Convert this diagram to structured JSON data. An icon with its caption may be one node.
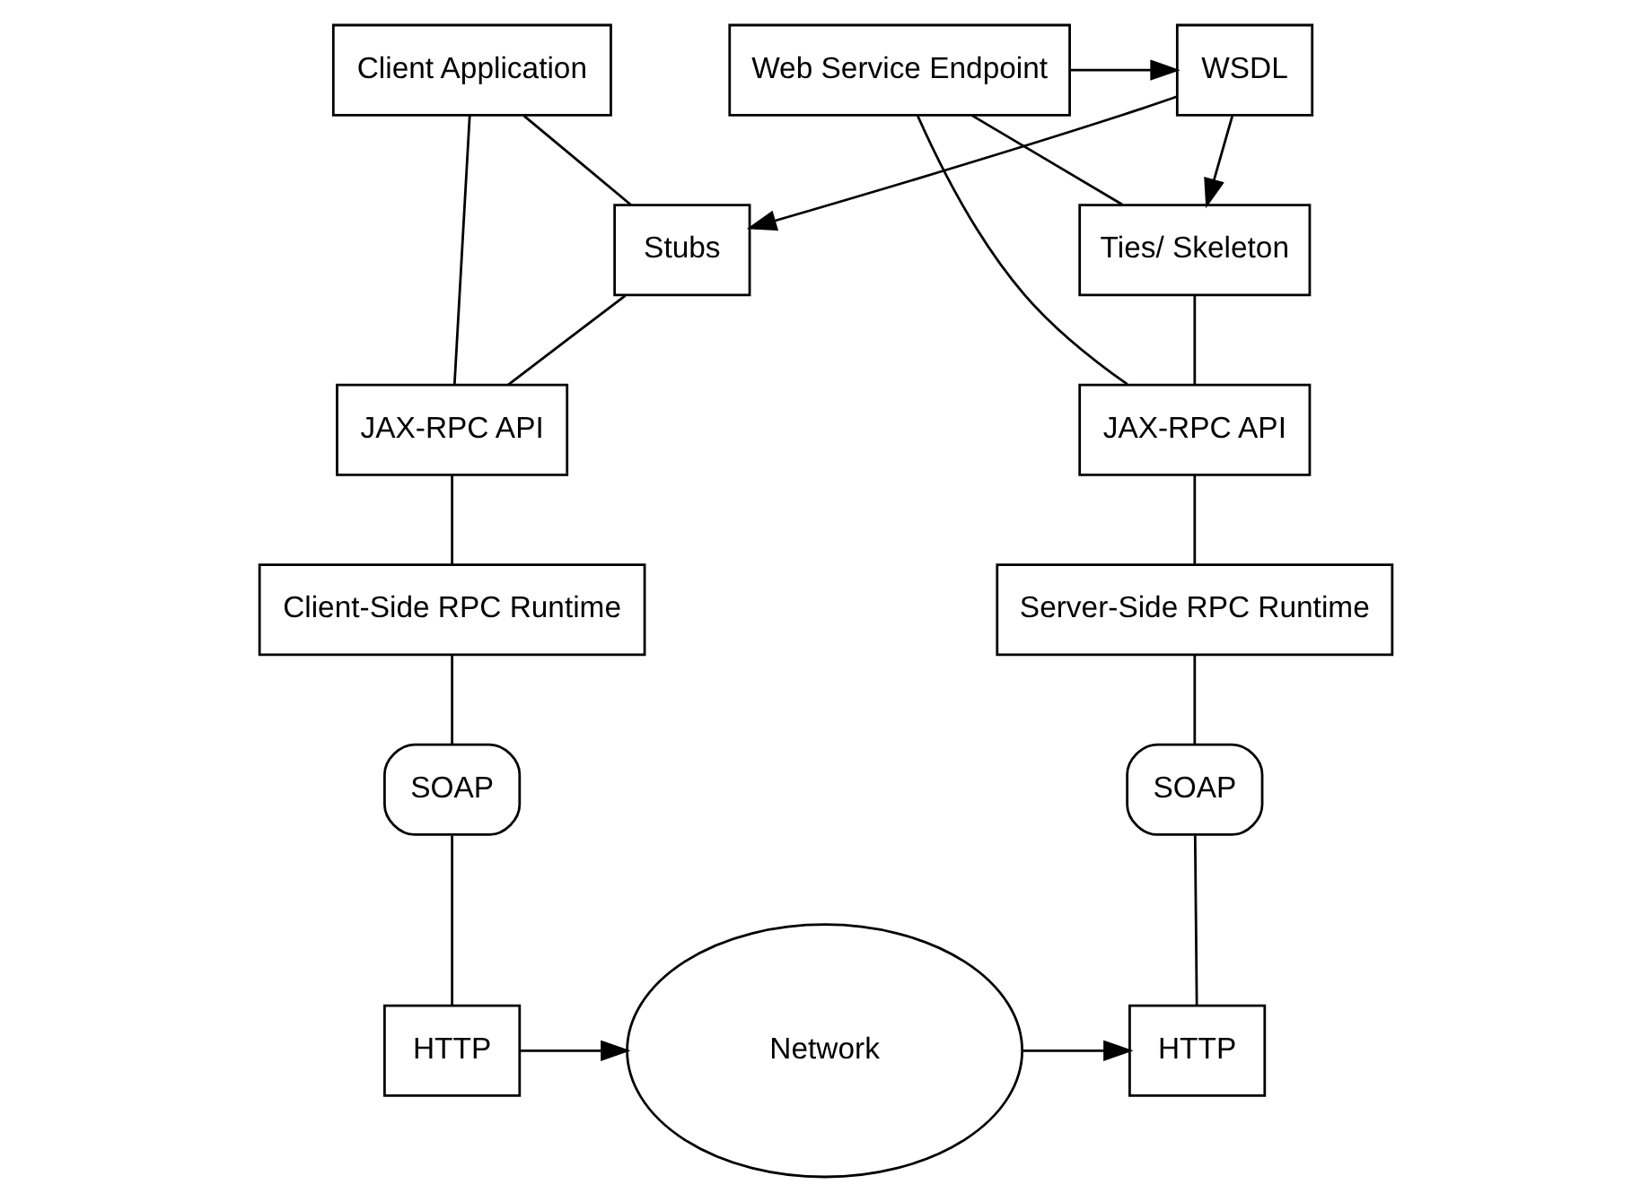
{
  "diagram": {
    "nodes": [
      {
        "text": [
          "Client Application"
        ]
      },
      {
        "text": [
          "WSDL"
        ]
      },
      {
        "text": [
          "Web Service Endpoint"
        ]
      },
      {
        "text": [
          "Stubs"
        ]
      },
      {
        "text": [
          "Ties/ Skeleton"
        ]
      },
      {
        "text": [
          "JAX-RPC API"
        ]
      },
      {
        "text": [
          "JAX-RPC API"
        ]
      },
      {
        "text": [
          "Client-Side RPC Runtime"
        ]
      },
      {
        "text": [
          "Server-Side RPC Runtime"
        ]
      },
      {
        "text": [
          "SOAP"
        ]
      },
      {
        "text": [
          "SOAP"
        ]
      },
      {
        "text": [
          "HTTP"
        ]
      },
      {
        "text": [
          "Network"
        ]
      },
      {
        "text": [
          "HTTP"
        ]
      }
    ],
    "edges": [
      {
        "from": 2,
        "to": 1,
        "arrow": "to"
      },
      {
        "from": 1,
        "to": 3,
        "arrow": "to"
      },
      {
        "from": 1,
        "to": 4,
        "arrow": "to"
      },
      {
        "from": 0,
        "to": 3,
        "arrow": "none"
      },
      {
        "from": 0,
        "to": 5,
        "arrow": "none"
      },
      {
        "from": 3,
        "to": 5,
        "arrow": "none"
      },
      {
        "from": 2,
        "to": 4,
        "arrow": "none"
      },
      {
        "from": 2,
        "to": 6,
        "arrow": "none"
      },
      {
        "from": 4,
        "to": 6,
        "arrow": "none"
      },
      {
        "from": 5,
        "to": 7,
        "arrow": "none"
      },
      {
        "from": 6,
        "to": 8,
        "arrow": "none"
      },
      {
        "from": 7,
        "to": 9,
        "arrow": "none"
      },
      {
        "from": 9,
        "to": 11,
        "arrow": "none"
      },
      {
        "from": 8,
        "to": 10,
        "arrow": "none"
      },
      {
        "from": 10,
        "to": 13,
        "arrow": "none"
      },
      {
        "from": 11,
        "to": 12,
        "arrow": "to"
      },
      {
        "from": 12,
        "to": 13,
        "arrow": "to"
      }
    ]
  }
}
